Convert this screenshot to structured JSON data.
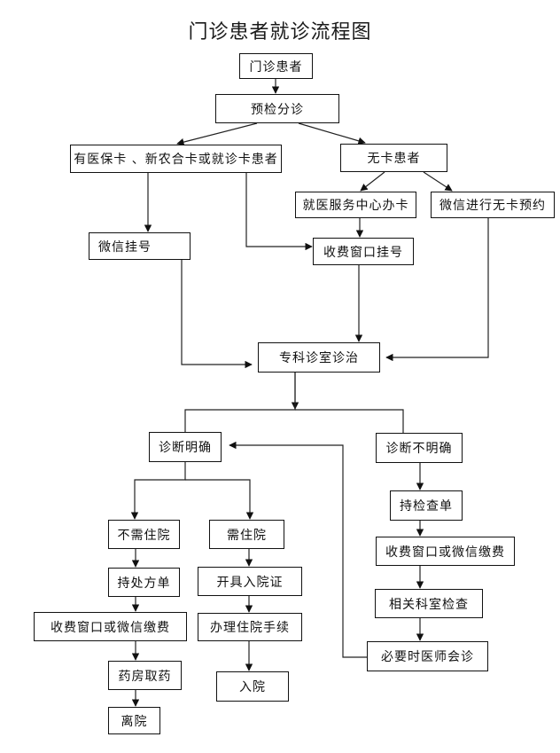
{
  "title": "门诊患者就诊流程图",
  "nodes": {
    "n1": {
      "label": "门诊患者"
    },
    "n2": {
      "label": "预检分诊"
    },
    "n3": {
      "label": "有医保卡 、新农合卡或就诊卡患者"
    },
    "n4": {
      "label": "无卡患者"
    },
    "n5": {
      "label": "就医服务中心办卡"
    },
    "n6": {
      "label": "微信进行无卡预约"
    },
    "n7": {
      "label": "微信挂号"
    },
    "n8": {
      "label": "收费窗口挂号"
    },
    "n9": {
      "label": "专科诊室诊治"
    },
    "n10": {
      "label": "诊断明确"
    },
    "n11": {
      "label": "诊断不明确"
    },
    "n12": {
      "label": "不需住院"
    },
    "n13": {
      "label": "需住院"
    },
    "n14": {
      "label": "持处方单"
    },
    "n15": {
      "label": "开具入院证"
    },
    "n16": {
      "label": "收费窗口或微信缴费"
    },
    "n17": {
      "label": "办理住院手续"
    },
    "n18": {
      "label": "药房取药"
    },
    "n19": {
      "label": "入院"
    },
    "n20": {
      "label": "离院"
    },
    "n21": {
      "label": "持检查单"
    },
    "n22": {
      "label": "收费窗口或微信缴费"
    },
    "n23": {
      "label": "相关科室检查"
    },
    "n24": {
      "label": "必要时医师会诊"
    }
  },
  "edges": [
    {
      "from": "n1",
      "to": "n2"
    },
    {
      "from": "n2",
      "to": "n3"
    },
    {
      "from": "n2",
      "to": "n4"
    },
    {
      "from": "n3",
      "to": "n7"
    },
    {
      "from": "n3",
      "to": "n8"
    },
    {
      "from": "n4",
      "to": "n5"
    },
    {
      "from": "n4",
      "to": "n6"
    },
    {
      "from": "n5",
      "to": "n8"
    },
    {
      "from": "n6",
      "to": "n9"
    },
    {
      "from": "n7",
      "to": "n9"
    },
    {
      "from": "n8",
      "to": "n9"
    },
    {
      "from": "n9",
      "to": "n10"
    },
    {
      "from": "n9",
      "to": "n11"
    },
    {
      "from": "n10",
      "to": "n12"
    },
    {
      "from": "n10",
      "to": "n13"
    },
    {
      "from": "n12",
      "to": "n14"
    },
    {
      "from": "n14",
      "to": "n16"
    },
    {
      "from": "n16",
      "to": "n18"
    },
    {
      "from": "n18",
      "to": "n20"
    },
    {
      "from": "n13",
      "to": "n15"
    },
    {
      "from": "n15",
      "to": "n17"
    },
    {
      "from": "n17",
      "to": "n19"
    },
    {
      "from": "n11",
      "to": "n21"
    },
    {
      "from": "n21",
      "to": "n22"
    },
    {
      "from": "n22",
      "to": "n23"
    },
    {
      "from": "n23",
      "to": "n24"
    },
    {
      "from": "n24",
      "to": "n10"
    }
  ]
}
